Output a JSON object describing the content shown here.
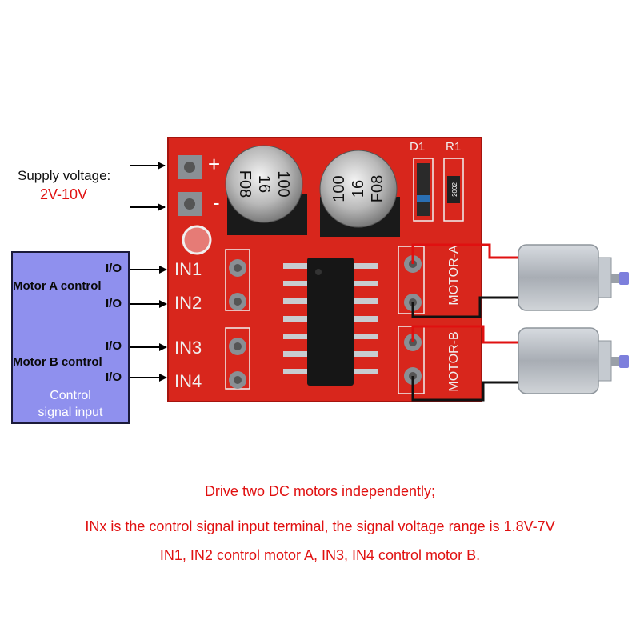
{
  "supply": {
    "label": "Supply voltage:",
    "range": "2V-10V"
  },
  "board": {
    "plus": "+",
    "minus": "-",
    "pins": [
      "IN1",
      "IN2",
      "IN3",
      "IN4"
    ],
    "capacitor_marks": [
      "100",
      "16",
      "F08"
    ],
    "d1": "D1",
    "r1": "R1",
    "resistor_code": "2002",
    "motor_a": "MOTOR-A",
    "motor_b": "MOTOR-B"
  },
  "control": {
    "io": "I/O",
    "motor_a_control": "Motor A control",
    "motor_b_control": "Motor B control",
    "caption_line1": "Control",
    "caption_line2": "signal input"
  },
  "captions": [
    "Drive two DC motors independently;",
    "INx is the control signal input terminal, the signal voltage range is 1.8V-7V",
    "IN1, IN2 control motor A, IN3, IN4 control motor B."
  ],
  "colors": {
    "board": "#d8261c",
    "caption": "#e01010",
    "control_box": "#8f90ee"
  }
}
